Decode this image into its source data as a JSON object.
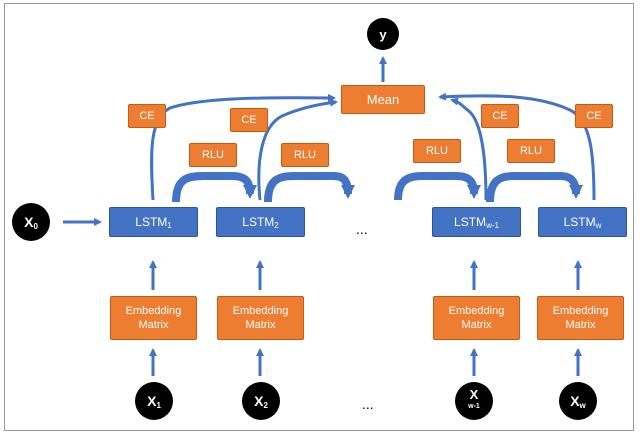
{
  "mean_label": "Mean",
  "output_node": "y",
  "initial_node": {
    "main": "X",
    "sub": "0"
  },
  "input_nodes": [
    {
      "main": "X",
      "sub": "1"
    },
    {
      "main": "X",
      "sub": "2"
    },
    {
      "main": "X",
      "sub": "w-1"
    },
    {
      "main": "X",
      "sub": "w"
    }
  ],
  "lstm_cells": [
    {
      "main": "LSTM",
      "sub": "1"
    },
    {
      "main": "LSTM",
      "sub": "2"
    },
    {
      "main": "LSTM",
      "sub": "w-1"
    },
    {
      "main": "LSTM",
      "sub": "w"
    }
  ],
  "embedding_label": {
    "line1": "Embedding",
    "line2": "Matrix"
  },
  "ce_label": "CE",
  "rlu_label": "RLU",
  "ellipsis": "...",
  "colors": {
    "lstm": "#4472c4",
    "orange": "#ed7d31",
    "arrow": "#4472c4",
    "node": "#000000"
  }
}
